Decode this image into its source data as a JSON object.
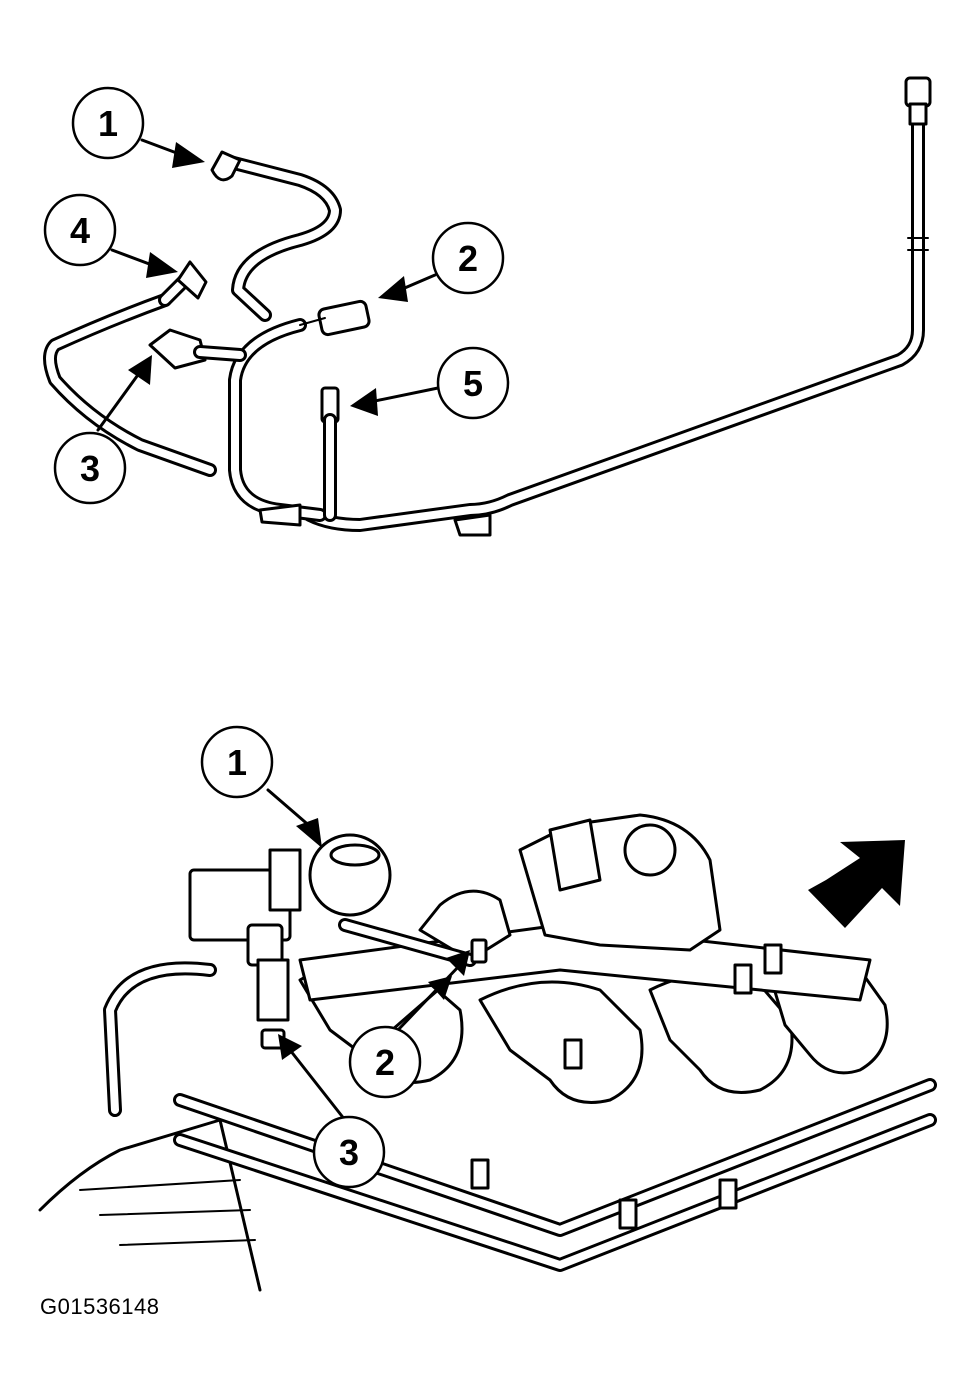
{
  "figure_id": "G01536148",
  "top_callouts": [
    "1",
    "2",
    "3",
    "4",
    "5"
  ],
  "bottom_callouts": [
    "1",
    "2",
    "3"
  ],
  "icons": [
    "direction-arrow-icon"
  ]
}
